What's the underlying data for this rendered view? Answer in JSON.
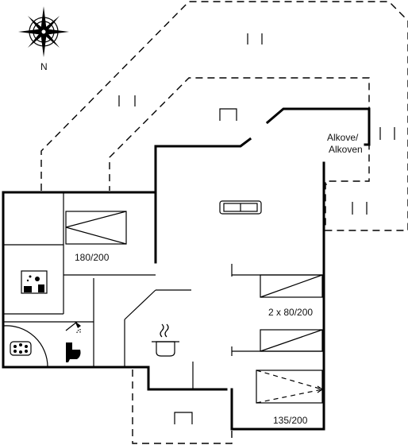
{
  "compass": {
    "north_label": "N"
  },
  "rooms": {
    "alcove_line1": "Alkove/",
    "alcove_line2": "Alkoven",
    "bed_double_1": "180/200",
    "bed_twin": "2 x 80/200",
    "bed_double_2": "135/200"
  },
  "icons": [
    "compass-rose-icon",
    "sofa-icon",
    "cooking-pot-icon",
    "toilet-icon",
    "shower-icon",
    "washing-machine-icon",
    "whirlpool-icon",
    "bed-icon",
    "chair-icon",
    "window-icon"
  ]
}
